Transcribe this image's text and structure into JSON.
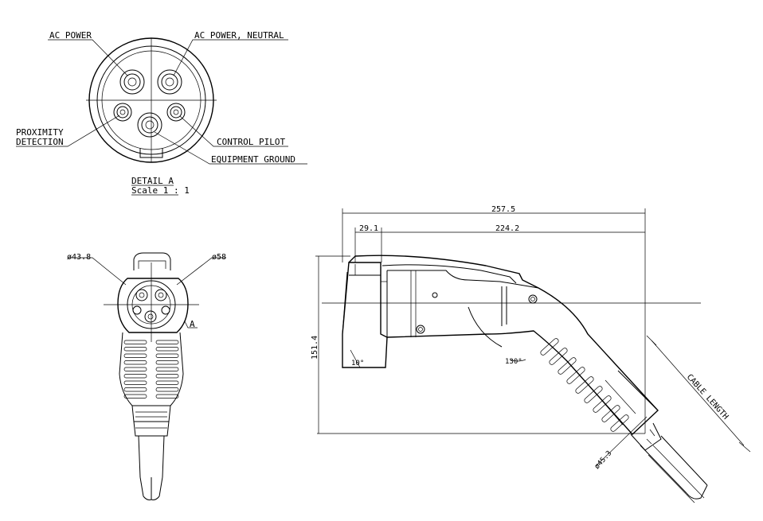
{
  "detail": {
    "labels": {
      "ac_power": "AC POWER",
      "ac_power_neutral": "AC POWER, NEUTRAL",
      "proximity_1": "PROXIMITY",
      "proximity_2": "DETECTION",
      "control_pilot": "CONTROL PILOT",
      "equipment_ground": "EQUIPMENT GROUND"
    },
    "title": "DETAIL A",
    "scale": "Scale 1 : 1"
  },
  "front_view": {
    "dia_left": "ø43.8",
    "dia_right": "ø58",
    "detail_ref": "A"
  },
  "side_view": {
    "overall_length": "257.5",
    "nose_length": "29.1",
    "body_length": "224.2",
    "height": "151.4",
    "angle_nose": "10°",
    "angle_body": "130°",
    "cable_dia": "ø45.3",
    "cable_length": "CABLE LENGTH"
  }
}
